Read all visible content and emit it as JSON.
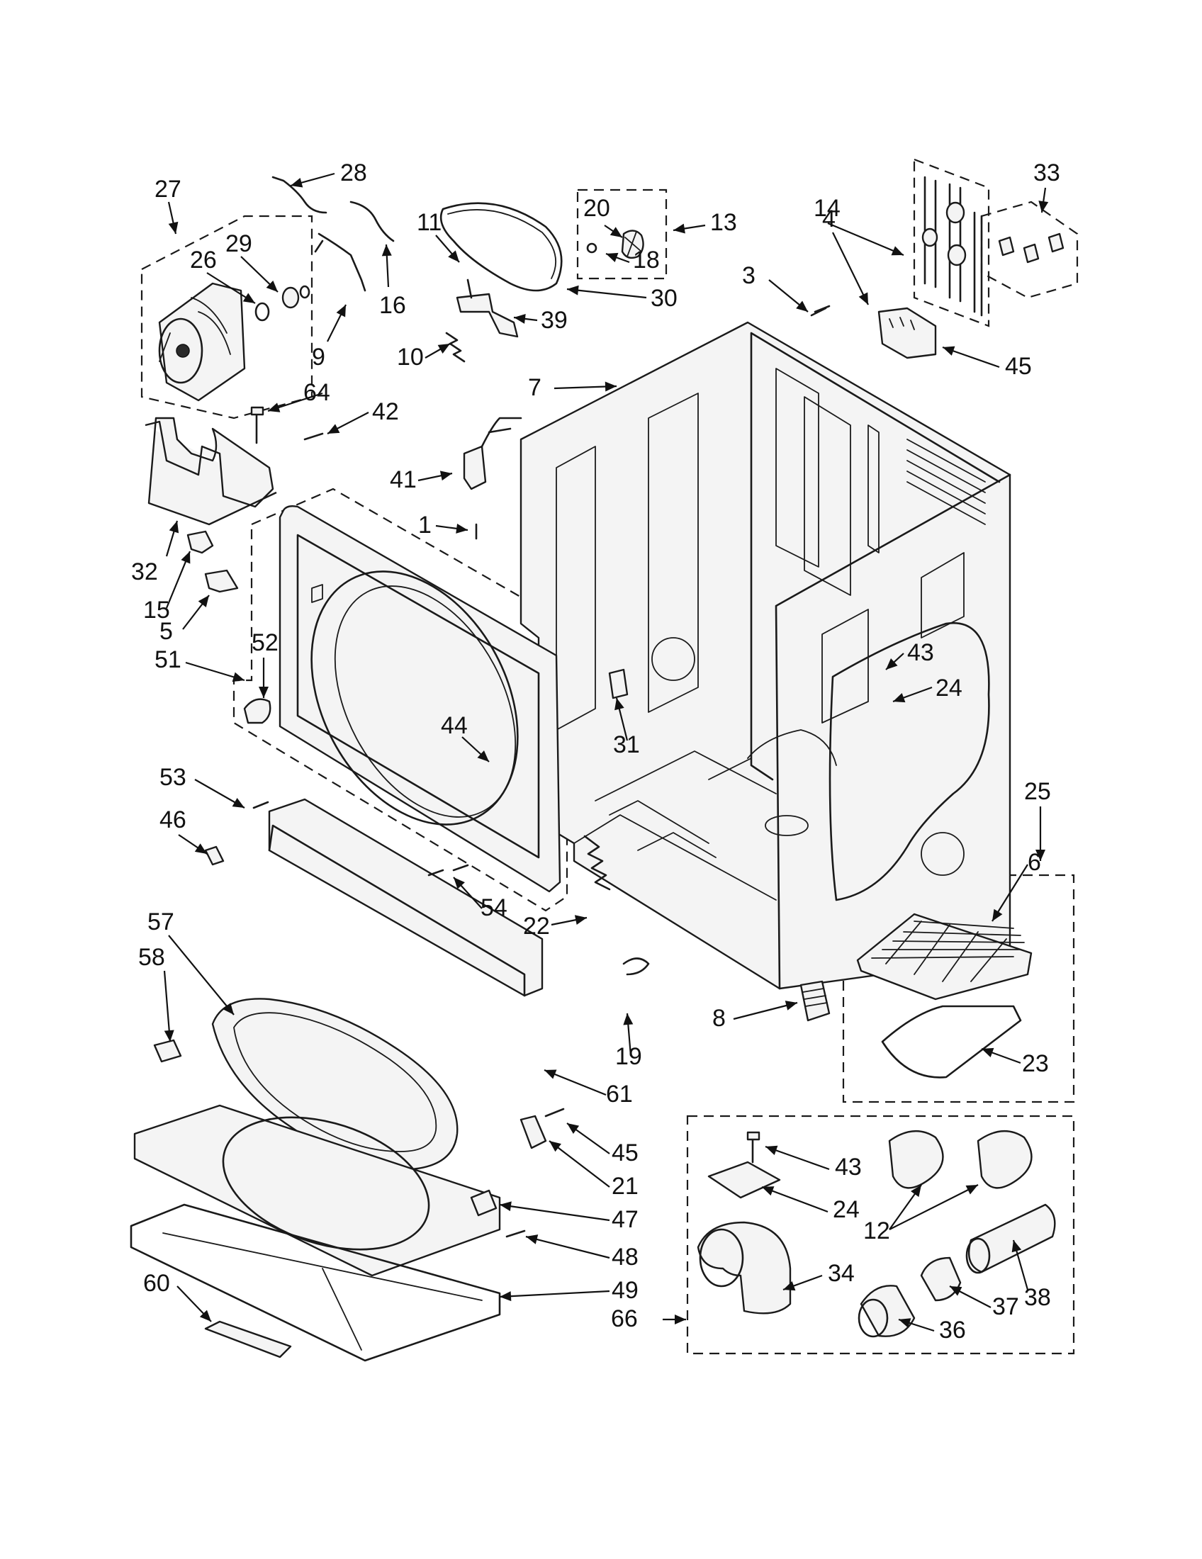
{
  "colors": {
    "ink": "#111111",
    "paper": "#ffffff"
  },
  "callouts": [
    {
      "id": "c28",
      "text": "28"
    },
    {
      "id": "c27",
      "text": "27"
    },
    {
      "id": "c29",
      "text": "29"
    },
    {
      "id": "c26",
      "text": "26"
    },
    {
      "id": "c16",
      "text": "16"
    },
    {
      "id": "c9",
      "text": "9"
    },
    {
      "id": "c11",
      "text": "11"
    },
    {
      "id": "c20",
      "text": "20"
    },
    {
      "id": "c13",
      "text": "13"
    },
    {
      "id": "c18",
      "text": "18"
    },
    {
      "id": "c30",
      "text": "30"
    },
    {
      "id": "c39",
      "text": "39"
    },
    {
      "id": "c10",
      "text": "10"
    },
    {
      "id": "c14",
      "text": "14"
    },
    {
      "id": "c33",
      "text": "33"
    },
    {
      "id": "c4",
      "text": "4"
    },
    {
      "id": "c3",
      "text": "3"
    },
    {
      "id": "c45a",
      "text": "45"
    },
    {
      "id": "c7",
      "text": "7"
    },
    {
      "id": "c64",
      "text": "64"
    },
    {
      "id": "c42",
      "text": "42"
    },
    {
      "id": "c41",
      "text": "41"
    },
    {
      "id": "c1",
      "text": "1"
    },
    {
      "id": "c32",
      "text": "32"
    },
    {
      "id": "c15",
      "text": "15"
    },
    {
      "id": "c5",
      "text": "5"
    },
    {
      "id": "c52",
      "text": "52"
    },
    {
      "id": "c51",
      "text": "51"
    },
    {
      "id": "c43a",
      "text": "43"
    },
    {
      "id": "c24a",
      "text": "24"
    },
    {
      "id": "c44",
      "text": "44"
    },
    {
      "id": "c31",
      "text": "31"
    },
    {
      "id": "c53",
      "text": "53"
    },
    {
      "id": "c46",
      "text": "46"
    },
    {
      "id": "c25",
      "text": "25"
    },
    {
      "id": "c6",
      "text": "6"
    },
    {
      "id": "c54",
      "text": "54"
    },
    {
      "id": "c22",
      "text": "22"
    },
    {
      "id": "c57",
      "text": "57"
    },
    {
      "id": "c58",
      "text": "58"
    },
    {
      "id": "c8",
      "text": "8"
    },
    {
      "id": "c19",
      "text": "19"
    },
    {
      "id": "c23",
      "text": "23"
    },
    {
      "id": "c61",
      "text": "61"
    },
    {
      "id": "c45b",
      "text": "45"
    },
    {
      "id": "c21",
      "text": "21"
    },
    {
      "id": "c43b",
      "text": "43"
    },
    {
      "id": "c47",
      "text": "47"
    },
    {
      "id": "c24b",
      "text": "24"
    },
    {
      "id": "c12",
      "text": "12"
    },
    {
      "id": "c48",
      "text": "48"
    },
    {
      "id": "c49",
      "text": "49"
    },
    {
      "id": "c34",
      "text": "34"
    },
    {
      "id": "c38",
      "text": "38"
    },
    {
      "id": "c60",
      "text": "60"
    },
    {
      "id": "c37",
      "text": "37"
    },
    {
      "id": "c66",
      "text": "66"
    },
    {
      "id": "c36",
      "text": "36"
    }
  ]
}
